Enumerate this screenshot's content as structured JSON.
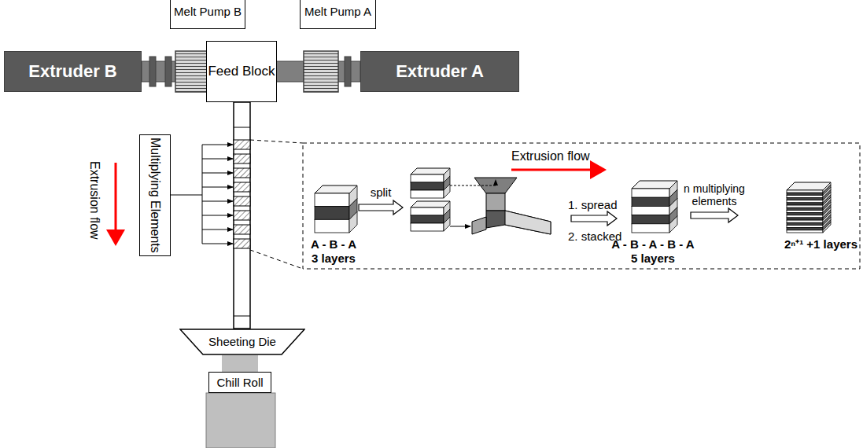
{
  "diagram": {
    "nodes": [
      {
        "text": [
          "Extruder B"
        ]
      },
      {
        "text": [
          "Melt Pump B"
        ]
      },
      {
        "text": [
          "Feed Block"
        ]
      },
      {
        "text": [
          "Melt Pump A"
        ]
      },
      {
        "text": [
          "Extruder A"
        ]
      },
      {
        "text": [
          "Multiplying Elements"
        ]
      },
      {
        "text": [
          "Sheeting Die"
        ]
      },
      {
        "text": [
          "Chill Roll"
        ]
      }
    ],
    "edges": [
      {
        "from": 6,
        "to": 7,
        "arrow": "none"
      }
    ],
    "labels": [
      "Extrusion flow",
      "Extrusion flow",
      "split",
      "A - B - A",
      "3 layers",
      "1. spread",
      "2. stacked",
      "A - B - A - B - A",
      "5 layers",
      "n multiplying elements",
      "2ⁿ⁺¹ +1 layers"
    ]
  }
}
